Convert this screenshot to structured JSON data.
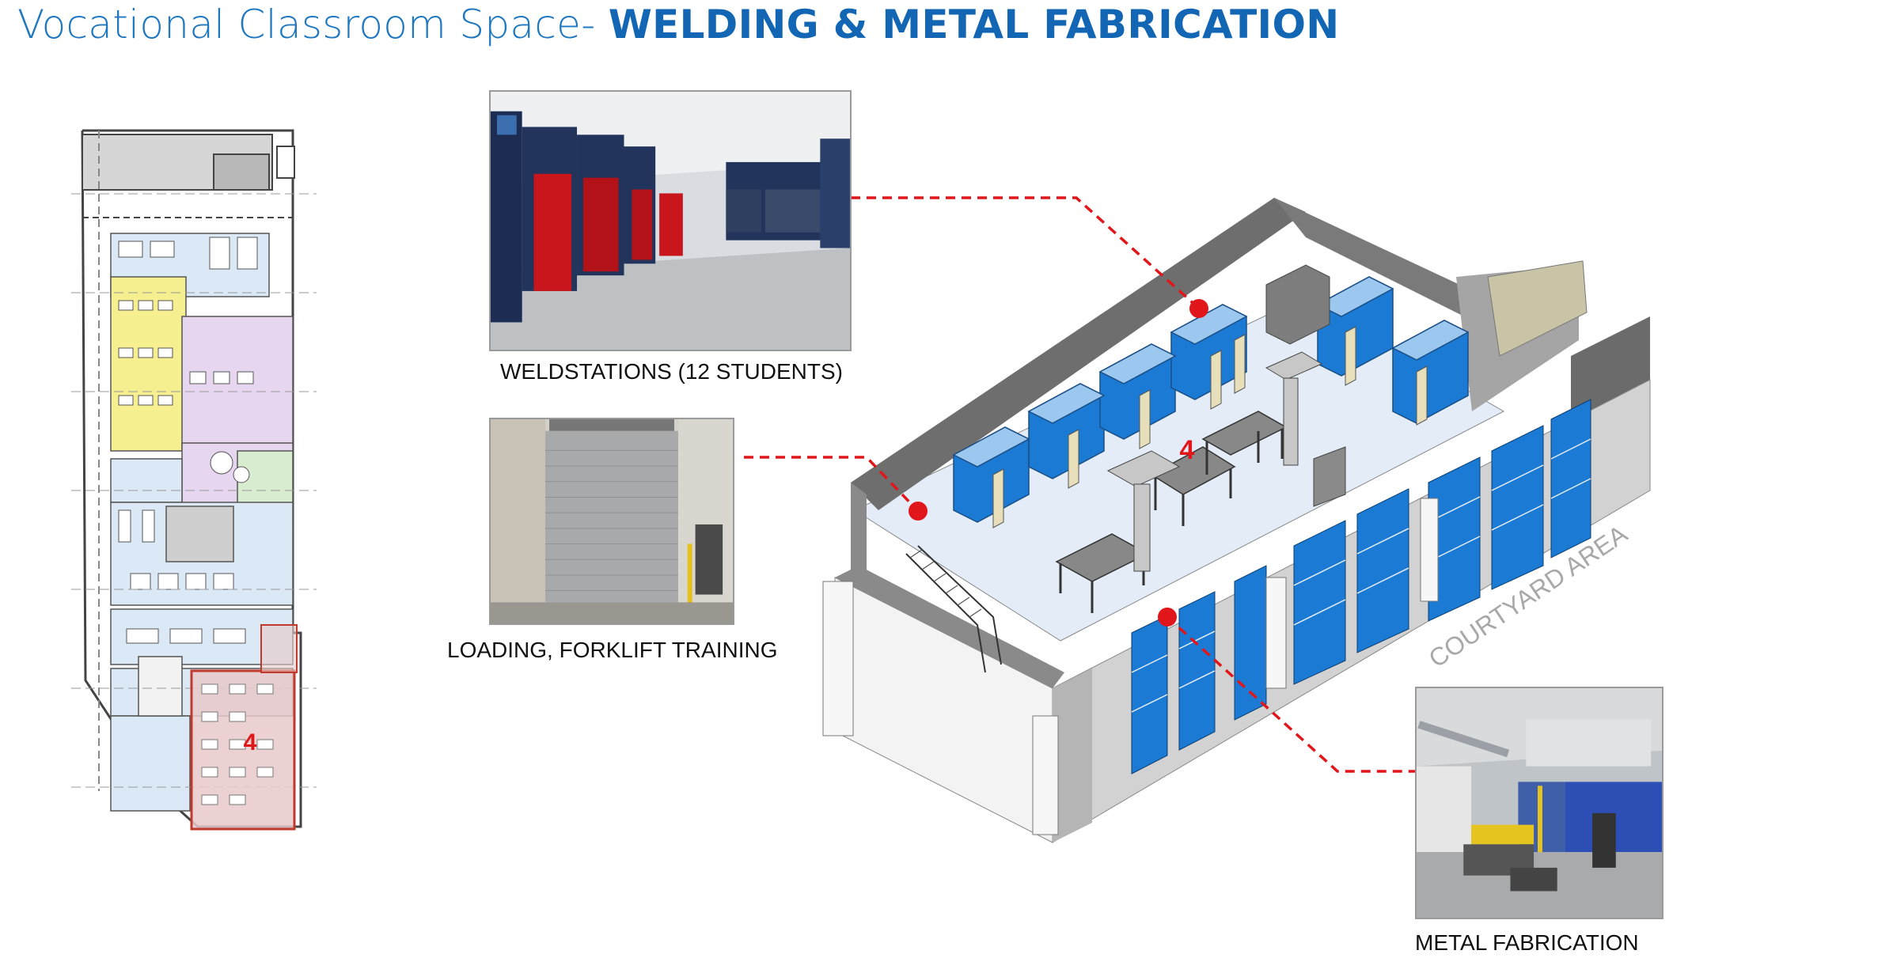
{
  "title": {
    "prefix": "Vocational Classroom Space- ",
    "emphasis": "WELDING & METAL FABRICATION"
  },
  "floor_plan": {
    "highlight_label": "4",
    "highlight_color": "#c0392b",
    "zone_colors": [
      "#dbe8f5",
      "#f5ef8f",
      "#e6d6ef",
      "#d8ecd0",
      "#e8c9c9"
    ]
  },
  "photos": [
    {
      "id": "weldstations",
      "caption": "WELDSTATIONS (12 STUDENTS)"
    },
    {
      "id": "loading",
      "caption": "LOADING, FORKLIFT TRAINING"
    },
    {
      "id": "metal",
      "caption": "METAL FABRICATION"
    }
  ],
  "isometric": {
    "room_label": "4",
    "courtyard_label": "COURTYARD AREA",
    "accent_blue": "#1a7ad4",
    "marker_red": "#e0161b"
  }
}
